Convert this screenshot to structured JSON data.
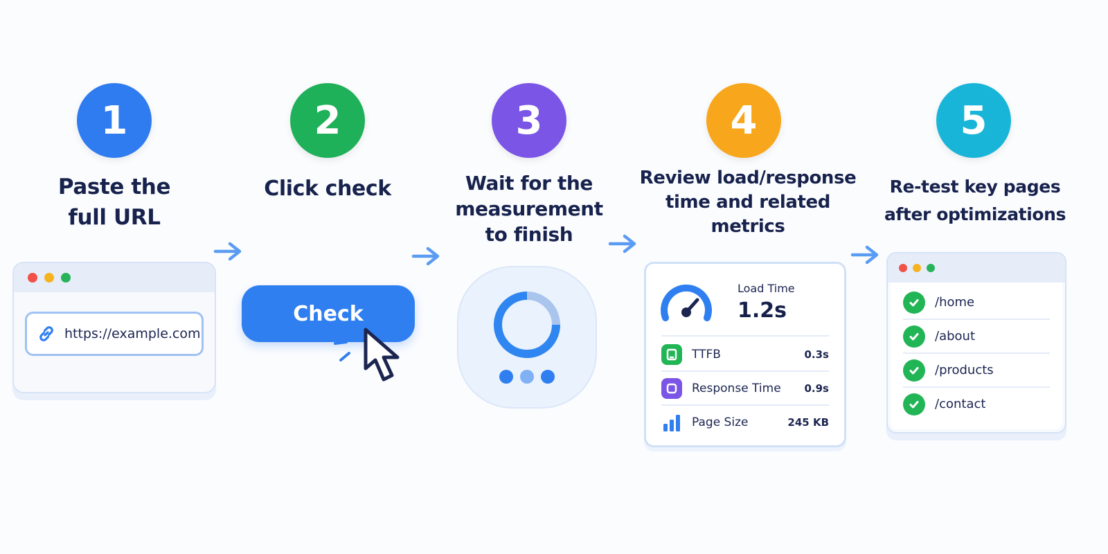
{
  "steps": [
    {
      "number": "1",
      "title_lines": [
        "Paste the",
        "full URL"
      ],
      "color": "#2f7bf0"
    },
    {
      "number": "2",
      "title_lines": [
        "Click check"
      ],
      "color": "#1fb05a"
    },
    {
      "number": "3",
      "title_lines": [
        "Wait for the",
        "measurement",
        "to finish"
      ],
      "color": "#7b55e6"
    },
    {
      "number": "4",
      "title_lines": [
        "Review load/response",
        "time and related",
        "metrics"
      ],
      "color": "#f8a61c"
    },
    {
      "number": "5",
      "title_lines": [
        "Re-test key pages",
        "after optimizations"
      ],
      "color": "#19b5d8"
    }
  ],
  "url_card": {
    "url": "https://example.com",
    "link_icon": "link-icon"
  },
  "check_card": {
    "button_label": "Check",
    "cursor_icon": "cursor-arrow-icon"
  },
  "loader_card": {
    "spinner_icon": "spinner-icon"
  },
  "metrics_card": {
    "headline_label": "Load Time",
    "headline_value": "1.2s",
    "gauge_icon": "speedometer-icon",
    "rows": [
      {
        "label": "TTFB",
        "value": "0.3s",
        "icon": "server-icon",
        "color": "#22b556"
      },
      {
        "label": "Response Time",
        "value": "0.9s",
        "icon": "stopwatch-icon",
        "color": "#7b55e6"
      },
      {
        "label": "Page Size",
        "value": "245 KB",
        "icon": "bar-chart-icon",
        "color": "#2f7ff0"
      }
    ]
  },
  "pages_card": {
    "pages": [
      "/home",
      "/about",
      "/products",
      "/contact"
    ],
    "check_icon": "check-circle-icon"
  },
  "colors": {
    "accent_blue": "#2f7ff0",
    "success_green": "#22b556",
    "arrow_blue": "#5a9cf2"
  }
}
